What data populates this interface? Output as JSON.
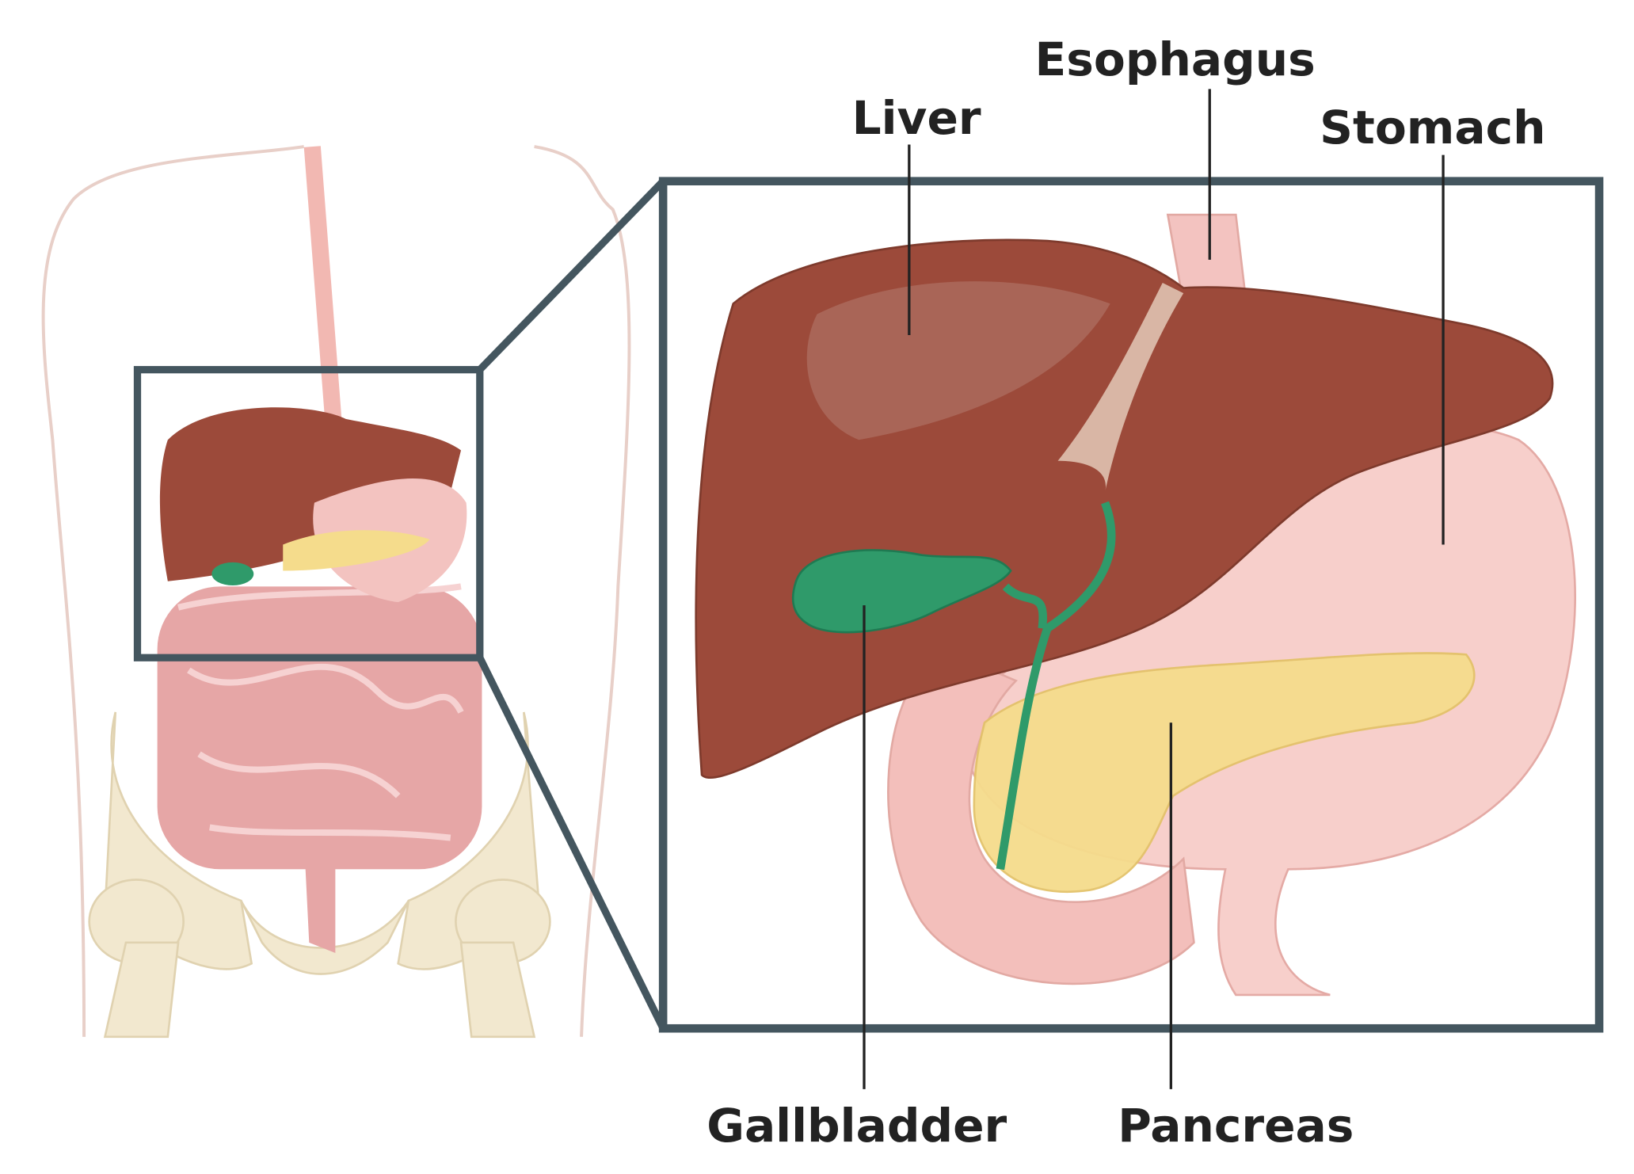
{
  "title": "Digestive organs: liver, gallbladder, pancreas, stomach",
  "labels": {
    "liver": "Liver",
    "esophagus": "Esophagus",
    "stomach": "Stomach",
    "gallbladder": "Gallbladder",
    "pancreas": "Pancreas"
  },
  "colors": {
    "frame": "#44565f",
    "liver": "#9c4a3a",
    "stomach": "#f3c3c0",
    "pancreas": "#f5dc8c",
    "gallbladder": "#2f9a6a",
    "bone": "#f2e8cf",
    "intestine": "#e6a6a6"
  }
}
